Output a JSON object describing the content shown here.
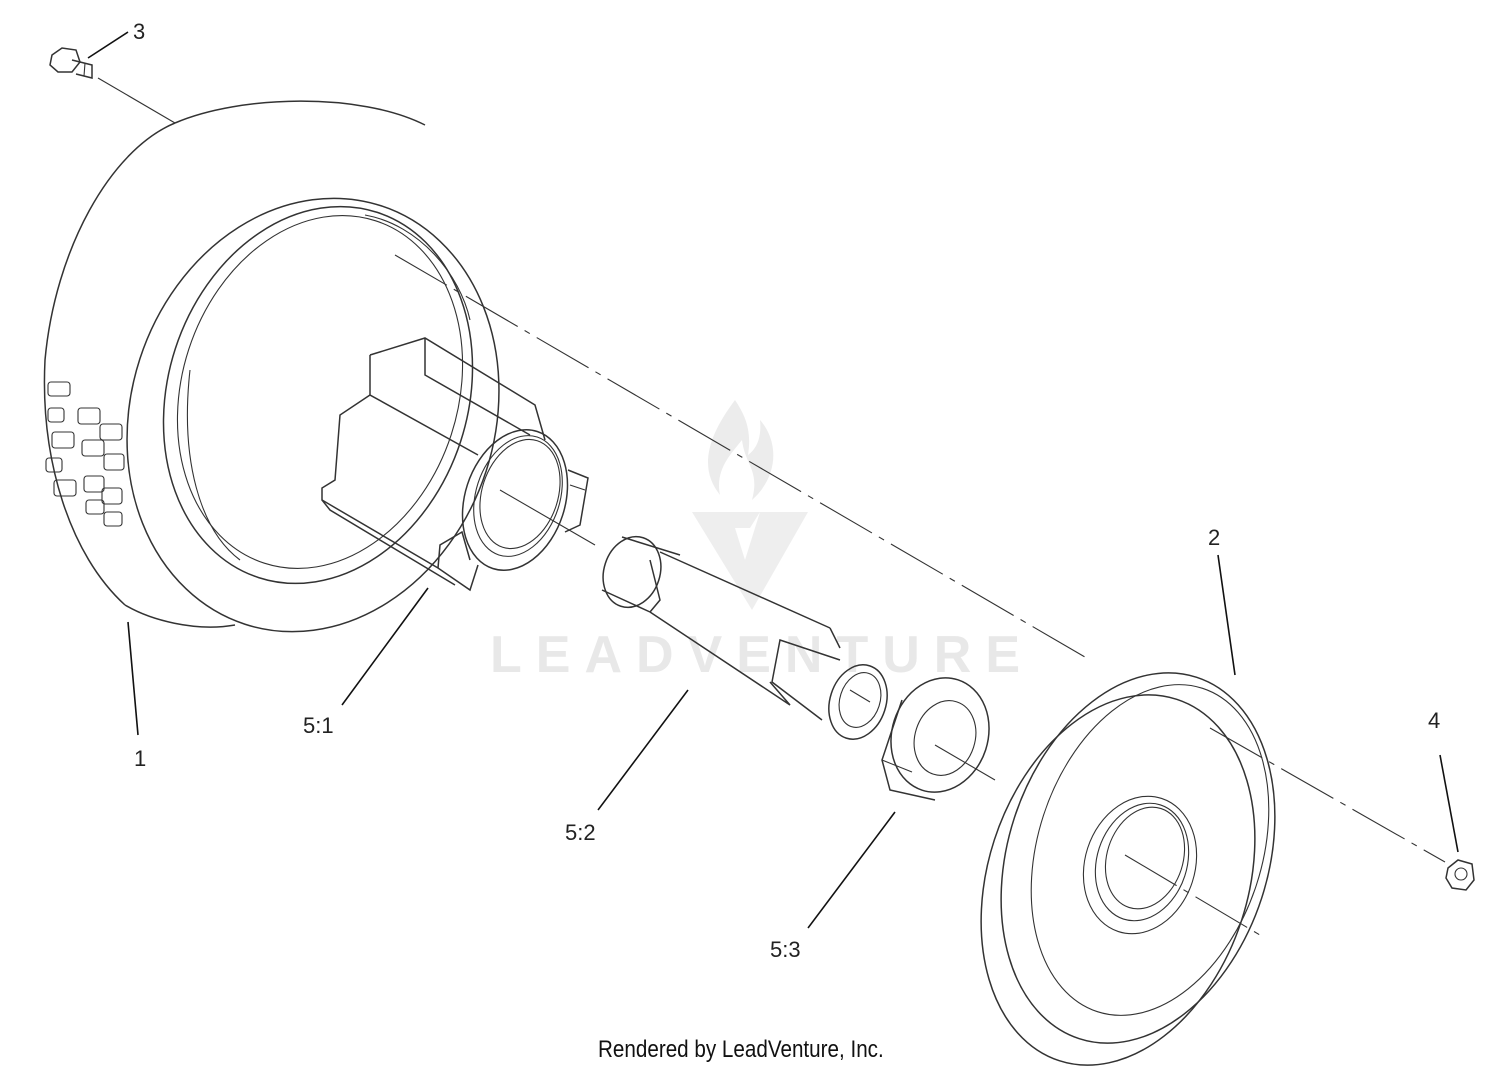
{
  "callouts": [
    {
      "id": "1",
      "label": "1"
    },
    {
      "id": "2",
      "label": "2"
    },
    {
      "id": "3",
      "label": "3"
    },
    {
      "id": "4",
      "label": "4"
    },
    {
      "id": "5-1",
      "label": "5:1"
    },
    {
      "id": "5-2",
      "label": "5:2"
    },
    {
      "id": "5-3",
      "label": "5:3"
    }
  ],
  "watermark": {
    "text": "LEADVENTURE"
  },
  "footer": {
    "credit": "Rendered by LeadVenture, Inc."
  }
}
